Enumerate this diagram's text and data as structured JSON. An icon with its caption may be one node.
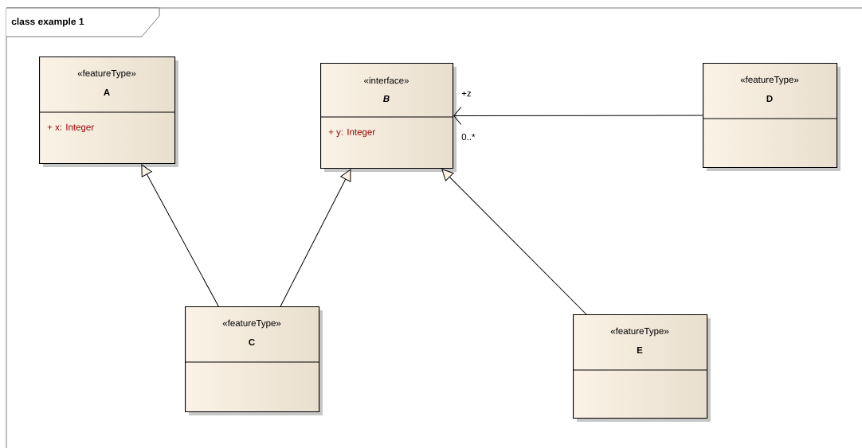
{
  "diagram": {
    "title": "class example 1",
    "nodes": [
      {
        "text": [
          "«featureType»",
          "A",
          "+ x: Integer"
        ]
      },
      {
        "text": [
          "«interface»",
          "B",
          "+ y: Integer"
        ]
      },
      {
        "text": [
          "«featureType»",
          "D"
        ]
      },
      {
        "text": [
          "«featureType»",
          "C"
        ]
      },
      {
        "text": [
          "«featureType»",
          "E"
        ]
      }
    ],
    "edges": [
      {
        "from": 3,
        "to": 0,
        "arrow": "to"
      },
      {
        "from": 3,
        "to": 1,
        "arrow": "to"
      },
      {
        "from": 4,
        "to": 1,
        "arrow": "to"
      },
      {
        "from": 2,
        "to": 1,
        "arrow": "to"
      }
    ],
    "labels": [
      "+z",
      "0..*"
    ]
  }
}
